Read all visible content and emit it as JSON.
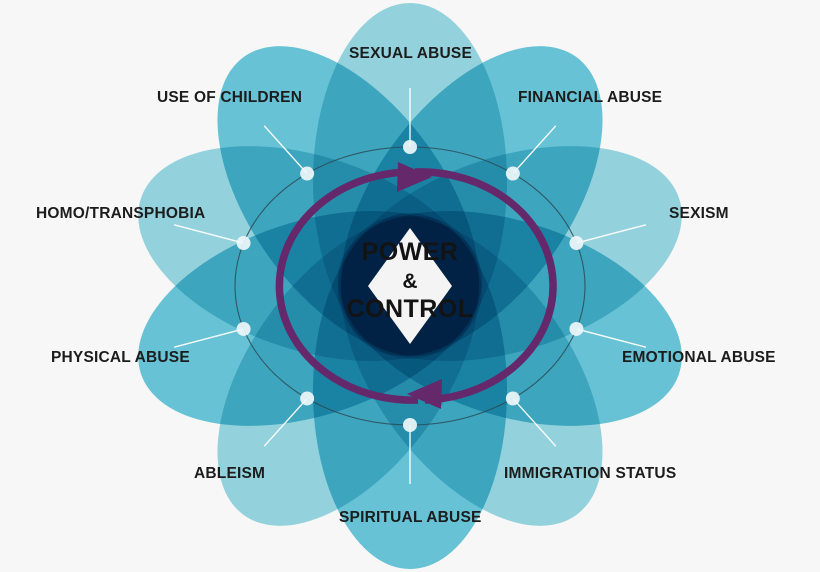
{
  "diagram": {
    "title_center": {
      "line1": "POWER",
      "line2": "&",
      "line3": "CONTROL"
    },
    "background_color": "#f7f7f7",
    "colors": {
      "petal_light": "#7ecfdf",
      "petal_mid": "#43bcd2",
      "petal_dark": "#2fb3cb",
      "ring_arrow": "#65286b",
      "thin_ring": "#2b4a55",
      "node_fill": "#eef7fa",
      "connector_line": "#ffffff",
      "label_text": "#1c1c1c",
      "center_fill": "#f4f4f4"
    },
    "rotation_direction": "clockwise",
    "arrow_count": 2,
    "node_count": 10,
    "petal_count": 10,
    "labels": [
      {
        "id": "sexual-abuse",
        "text": "SEXUAL ABUSE",
        "angle_deg": 90,
        "align": "center"
      },
      {
        "id": "financial-abuse",
        "text": "FINANCIAL ABUSE",
        "angle_deg": 54,
        "align": "left"
      },
      {
        "id": "sexism",
        "text": "SEXISM",
        "angle_deg": 18,
        "align": "left"
      },
      {
        "id": "emotional-abuse",
        "text": "EMOTIONAL ABUSE",
        "angle_deg": -18,
        "align": "left"
      },
      {
        "id": "immigration-status",
        "text": "IMMIGRATION STATUS",
        "angle_deg": -54,
        "align": "left"
      },
      {
        "id": "spiritual-abuse",
        "text": "SPIRITUAL ABUSE",
        "angle_deg": -90,
        "align": "center"
      },
      {
        "id": "ableism",
        "text": "ABLEISM",
        "angle_deg": -126,
        "align": "right"
      },
      {
        "id": "physical-abuse",
        "text": "PHYSICAL ABUSE",
        "angle_deg": -162,
        "align": "right"
      },
      {
        "id": "homo-transphobia",
        "text": "HOMO/TRANSPHOBIA",
        "angle_deg": 162,
        "align": "right"
      },
      {
        "id": "use-of-children",
        "text": "USE OF CHILDREN",
        "angle_deg": 126,
        "align": "right"
      }
    ]
  }
}
